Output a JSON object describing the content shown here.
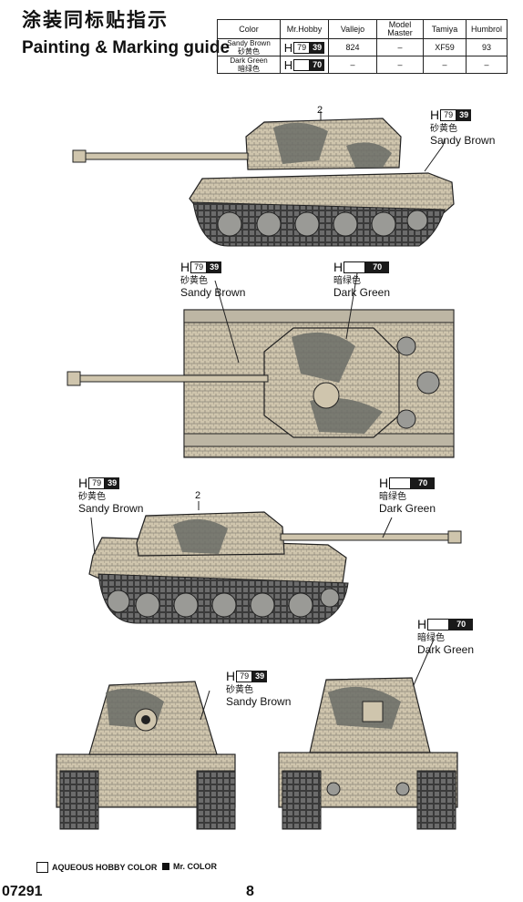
{
  "header": {
    "title_cn": "涂装同标贴指示",
    "title_en": "Painting & Marking guide"
  },
  "table": {
    "headers": [
      "Color",
      "Mr.Hobby",
      "Vallejo",
      "Model Master",
      "Tamiya",
      "Humbrol"
    ],
    "rows": [
      {
        "color_en": "Sandy Brown",
        "color_cn": "砂黄色",
        "h_prefix": "H",
        "h_code": "79",
        "m_code": "39",
        "vallejo": "824",
        "model_master": "–",
        "tamiya": "XF59",
        "humbrol": "93"
      },
      {
        "color_en": "Dark Green",
        "color_cn": "暗绿色",
        "h_prefix": "H",
        "h_code": "",
        "m_code": "70",
        "vallejo": "–",
        "model_master": "–",
        "tamiya": "–",
        "humbrol": "–"
      }
    ]
  },
  "callouts": {
    "sandy": {
      "h": "H",
      "code": "79",
      "m": "39",
      "cn": "砂黄色",
      "en": "Sandy Brown"
    },
    "green": {
      "h": "H",
      "code": "",
      "m": "70",
      "cn": "暗绿色",
      "en": "Dark Green"
    }
  },
  "views": {
    "side_right_marker": "2",
    "side_left_marker": "2"
  },
  "footer": {
    "legend_h": "AQUEOUS HOBBY COLOR",
    "legend_m": "Mr. COLOR",
    "product_code": "07291",
    "page_number": "8"
  },
  "colors": {
    "sandy_brown": "#cfc5ad",
    "dark_green": "#6a6c66",
    "ink": "#111111"
  }
}
